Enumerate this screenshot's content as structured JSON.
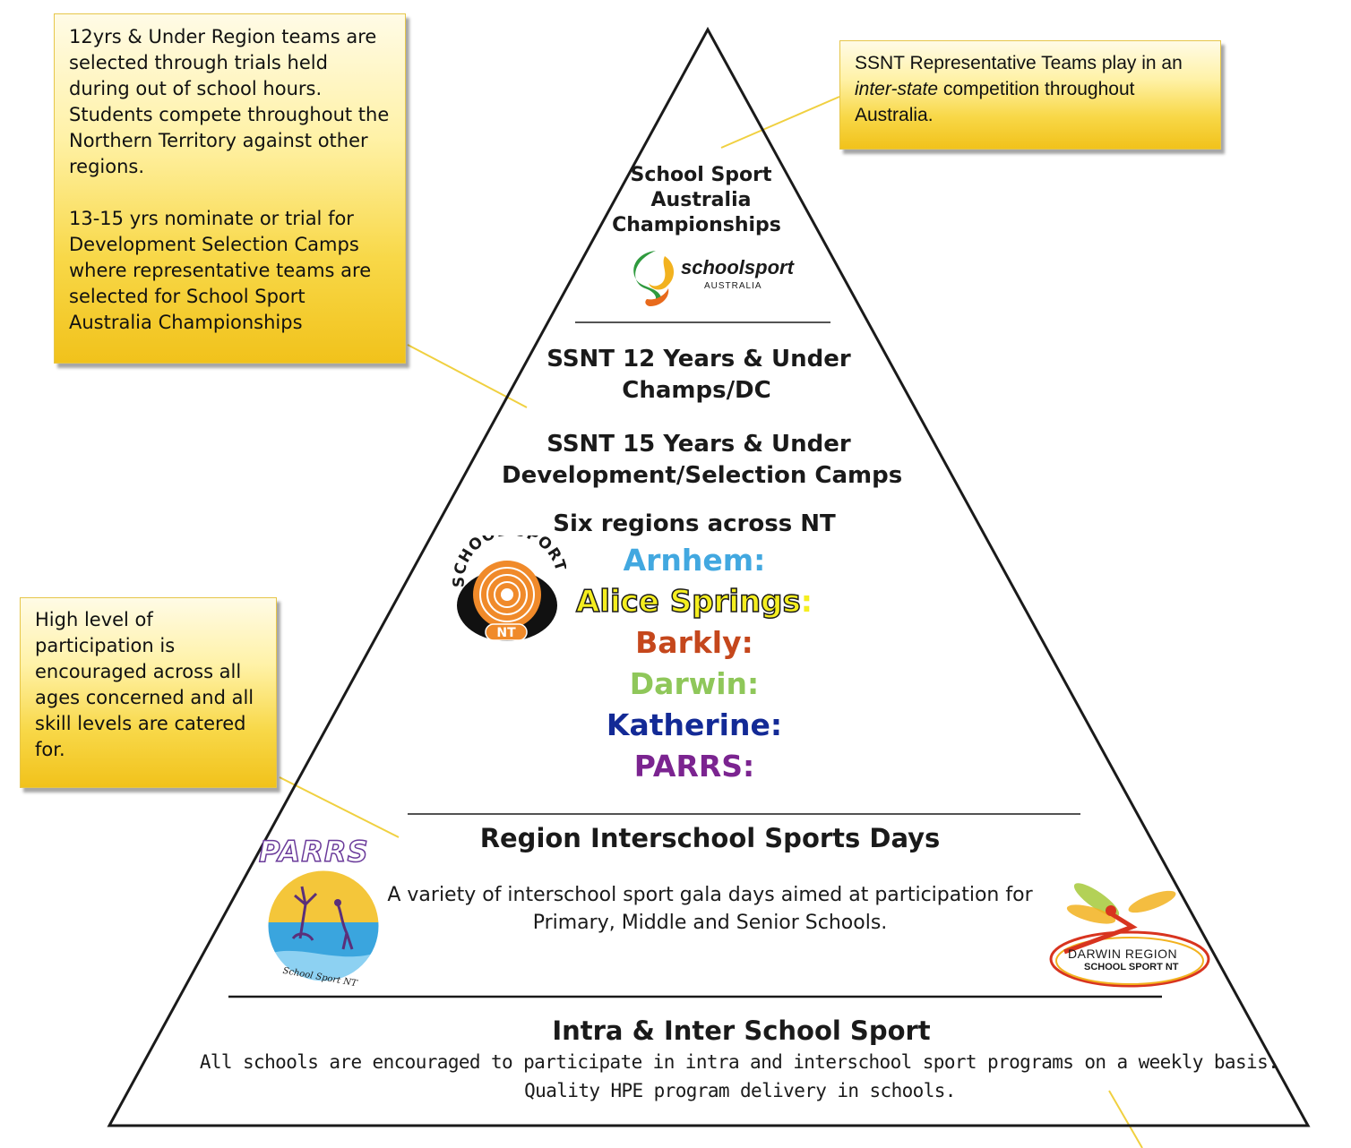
{
  "notes": {
    "left_top": "12yrs & Under Region teams are selected through trials held during out of school hours. Students compete throughout the Northern Territory against other regions.\n\n13-15 yrs nominate or trial for Development Selection Camps where representative teams are selected for School Sport Australia Championships",
    "right_top_pre": "SSNT Representative Teams play in an ",
    "right_top_em": "inter-state",
    "right_top_post": " competition throughout Australia.",
    "left_mid": "High level of participation is encouraged across all ages concerned and all skill levels are catered for."
  },
  "tiers": {
    "top": {
      "title_lines": [
        "School Sport",
        "Australia",
        "Championships"
      ],
      "logo_word_bold": "school",
      "logo_word_rest": "sport",
      "logo_sub": "AUSTRALIA"
    },
    "second": {
      "line1": "SSNT 12 Years & Under",
      "line2": "Champs/DC",
      "line3": "SSNT 15 Years & Under",
      "line4": "Development/Selection  Camps",
      "regions_title": "Six regions across NT",
      "regions": [
        {
          "name": "Arnhem:",
          "color": "#42a8e0"
        },
        {
          "name": "Alice Springs",
          "color": "#f5ee1f",
          "suffix": ":"
        },
        {
          "name": "Barkly:",
          "color": "#c5471c"
        },
        {
          "name": "Darwin:",
          "color": "#8fc75a"
        },
        {
          "name": "Katherine:",
          "color": "#132a96"
        },
        {
          "name": "PARRS:",
          "color": "#7b2490"
        }
      ],
      "ssnt_logo_text": "SCHOOL SPORT",
      "ssnt_logo_badge": "NT"
    },
    "third": {
      "title": "Region Interschool Sports Days",
      "line1": "A variety of interschool sport gala days aimed at participation for",
      "line2": "Primary, Middle and  Senior Schools.",
      "parrs_logo_text": "PARRS",
      "parrs_logo_sub": "School Sport NT",
      "darwin_logo_line1": "DARWIN REGION",
      "darwin_logo_line2": "SCHOOL SPORT NT"
    },
    "base": {
      "title": "Intra & Inter School Sport",
      "line1": "All schools are encouraged to participate in intra and interschool sport programs on a weekly basis.",
      "line2": "Quality HPE program delivery in schools."
    }
  },
  "colors": {
    "connector": "#f0d040",
    "note_border": "#e6c64a"
  }
}
